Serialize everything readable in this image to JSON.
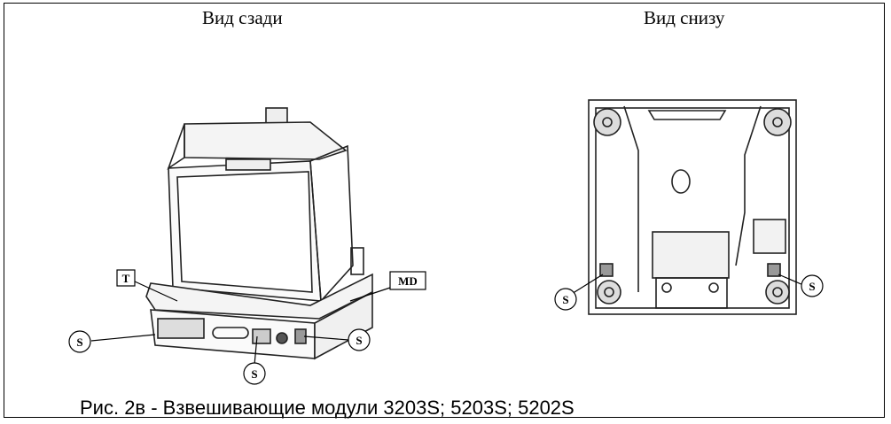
{
  "figure": {
    "rear_view_title": "Вид сзади",
    "bottom_view_title": "Вид снизу",
    "caption": "Рис. 2в - Взвешивающие модули 3203S; 5203S; 5202S",
    "labels": {
      "t": "T",
      "md": "MD",
      "s": "S"
    }
  }
}
